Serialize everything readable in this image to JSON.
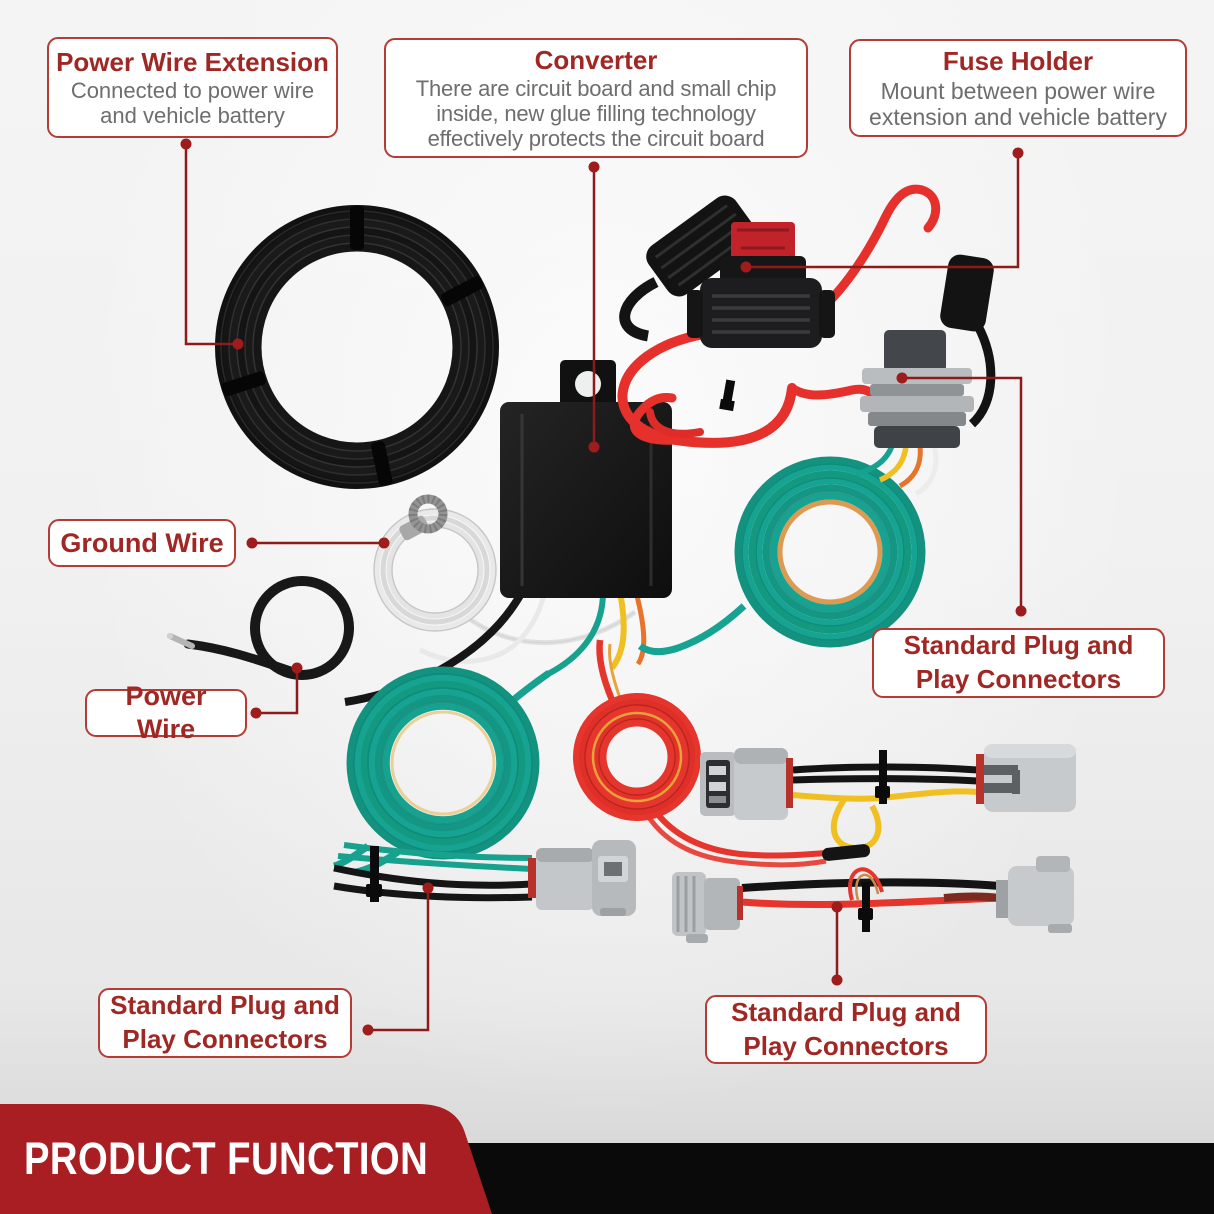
{
  "callouts": {
    "power_wire_extension": {
      "title": "Power Wire Extension",
      "body": "Connected to power wire and vehicle battery"
    },
    "converter": {
      "title": "Converter",
      "body": "There are circuit board and small chip inside, new glue filling technology effectively protects the circuit board"
    },
    "fuse_holder": {
      "title": "Fuse Holder",
      "body": "Mount between power wire extension and vehicle battery"
    },
    "ground_wire": {
      "title": "Ground Wire"
    },
    "power_wire": {
      "title": "Power Wire"
    },
    "connectors_right": {
      "title": "Standard Plug and Play Connectors"
    },
    "connectors_bottom_left": {
      "title": "Standard Plug and Play Connectors"
    },
    "connectors_bottom_middle": {
      "title": "Standard Plug and Play Connectors"
    }
  },
  "banner": {
    "title": "PRODUCT FUNCTION"
  },
  "colors": {
    "label_title_red": "#a02824",
    "label_border_red": "#b23d37",
    "label_body_gray": "#6e6e6e",
    "leader_line_red": "#8e1b1b",
    "banner_red": "#a81e23",
    "banner_black": "#0a0a0a",
    "wire_black": "#161616",
    "wire_teal": "#17a391",
    "wire_red": "#e5302c",
    "wire_yellow": "#f0c023",
    "wire_white": "#e9e9e9",
    "connector_gray": "#c6cacc"
  },
  "parts": [
    "power-wire-extension-coil",
    "converter-box",
    "fuse-holder",
    "ground-wire-coil",
    "power-wire-loop",
    "four-pin-plug-connector",
    "teal-wire-coil-right",
    "teal-wire-coil-center",
    "red-wire-coil",
    "plug-harness-bottom-left",
    "jumper-harness-yellow",
    "jumper-harness-red"
  ]
}
